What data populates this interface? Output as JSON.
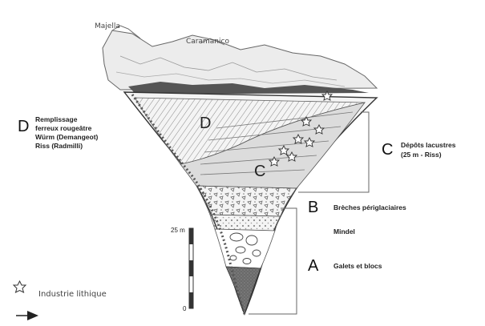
{
  "labels": {
    "majella": "Majella",
    "caramanico": "Caramanico",
    "d_letter": "D",
    "d_inlay": "D",
    "d_line1": "Remplissage",
    "d_line2": "ferreux rougeâtre",
    "d_line3": "Würm (Demangeot)",
    "d_line4": "Riss (Radmilli)",
    "c_letter": "C",
    "c_inlay": "C",
    "c_line1": "Dépôts lacustres",
    "c_line2": "(25 m - Riss)",
    "b_letter": "B",
    "b_line1": "Brèches périglaciaires",
    "b_line2": "Mindel",
    "a_letter": "A",
    "a_line1": "Galets et blocs",
    "scale_top": "25 m",
    "scale_bottom": "0",
    "legend_text": "Industrie lithique"
  }
}
